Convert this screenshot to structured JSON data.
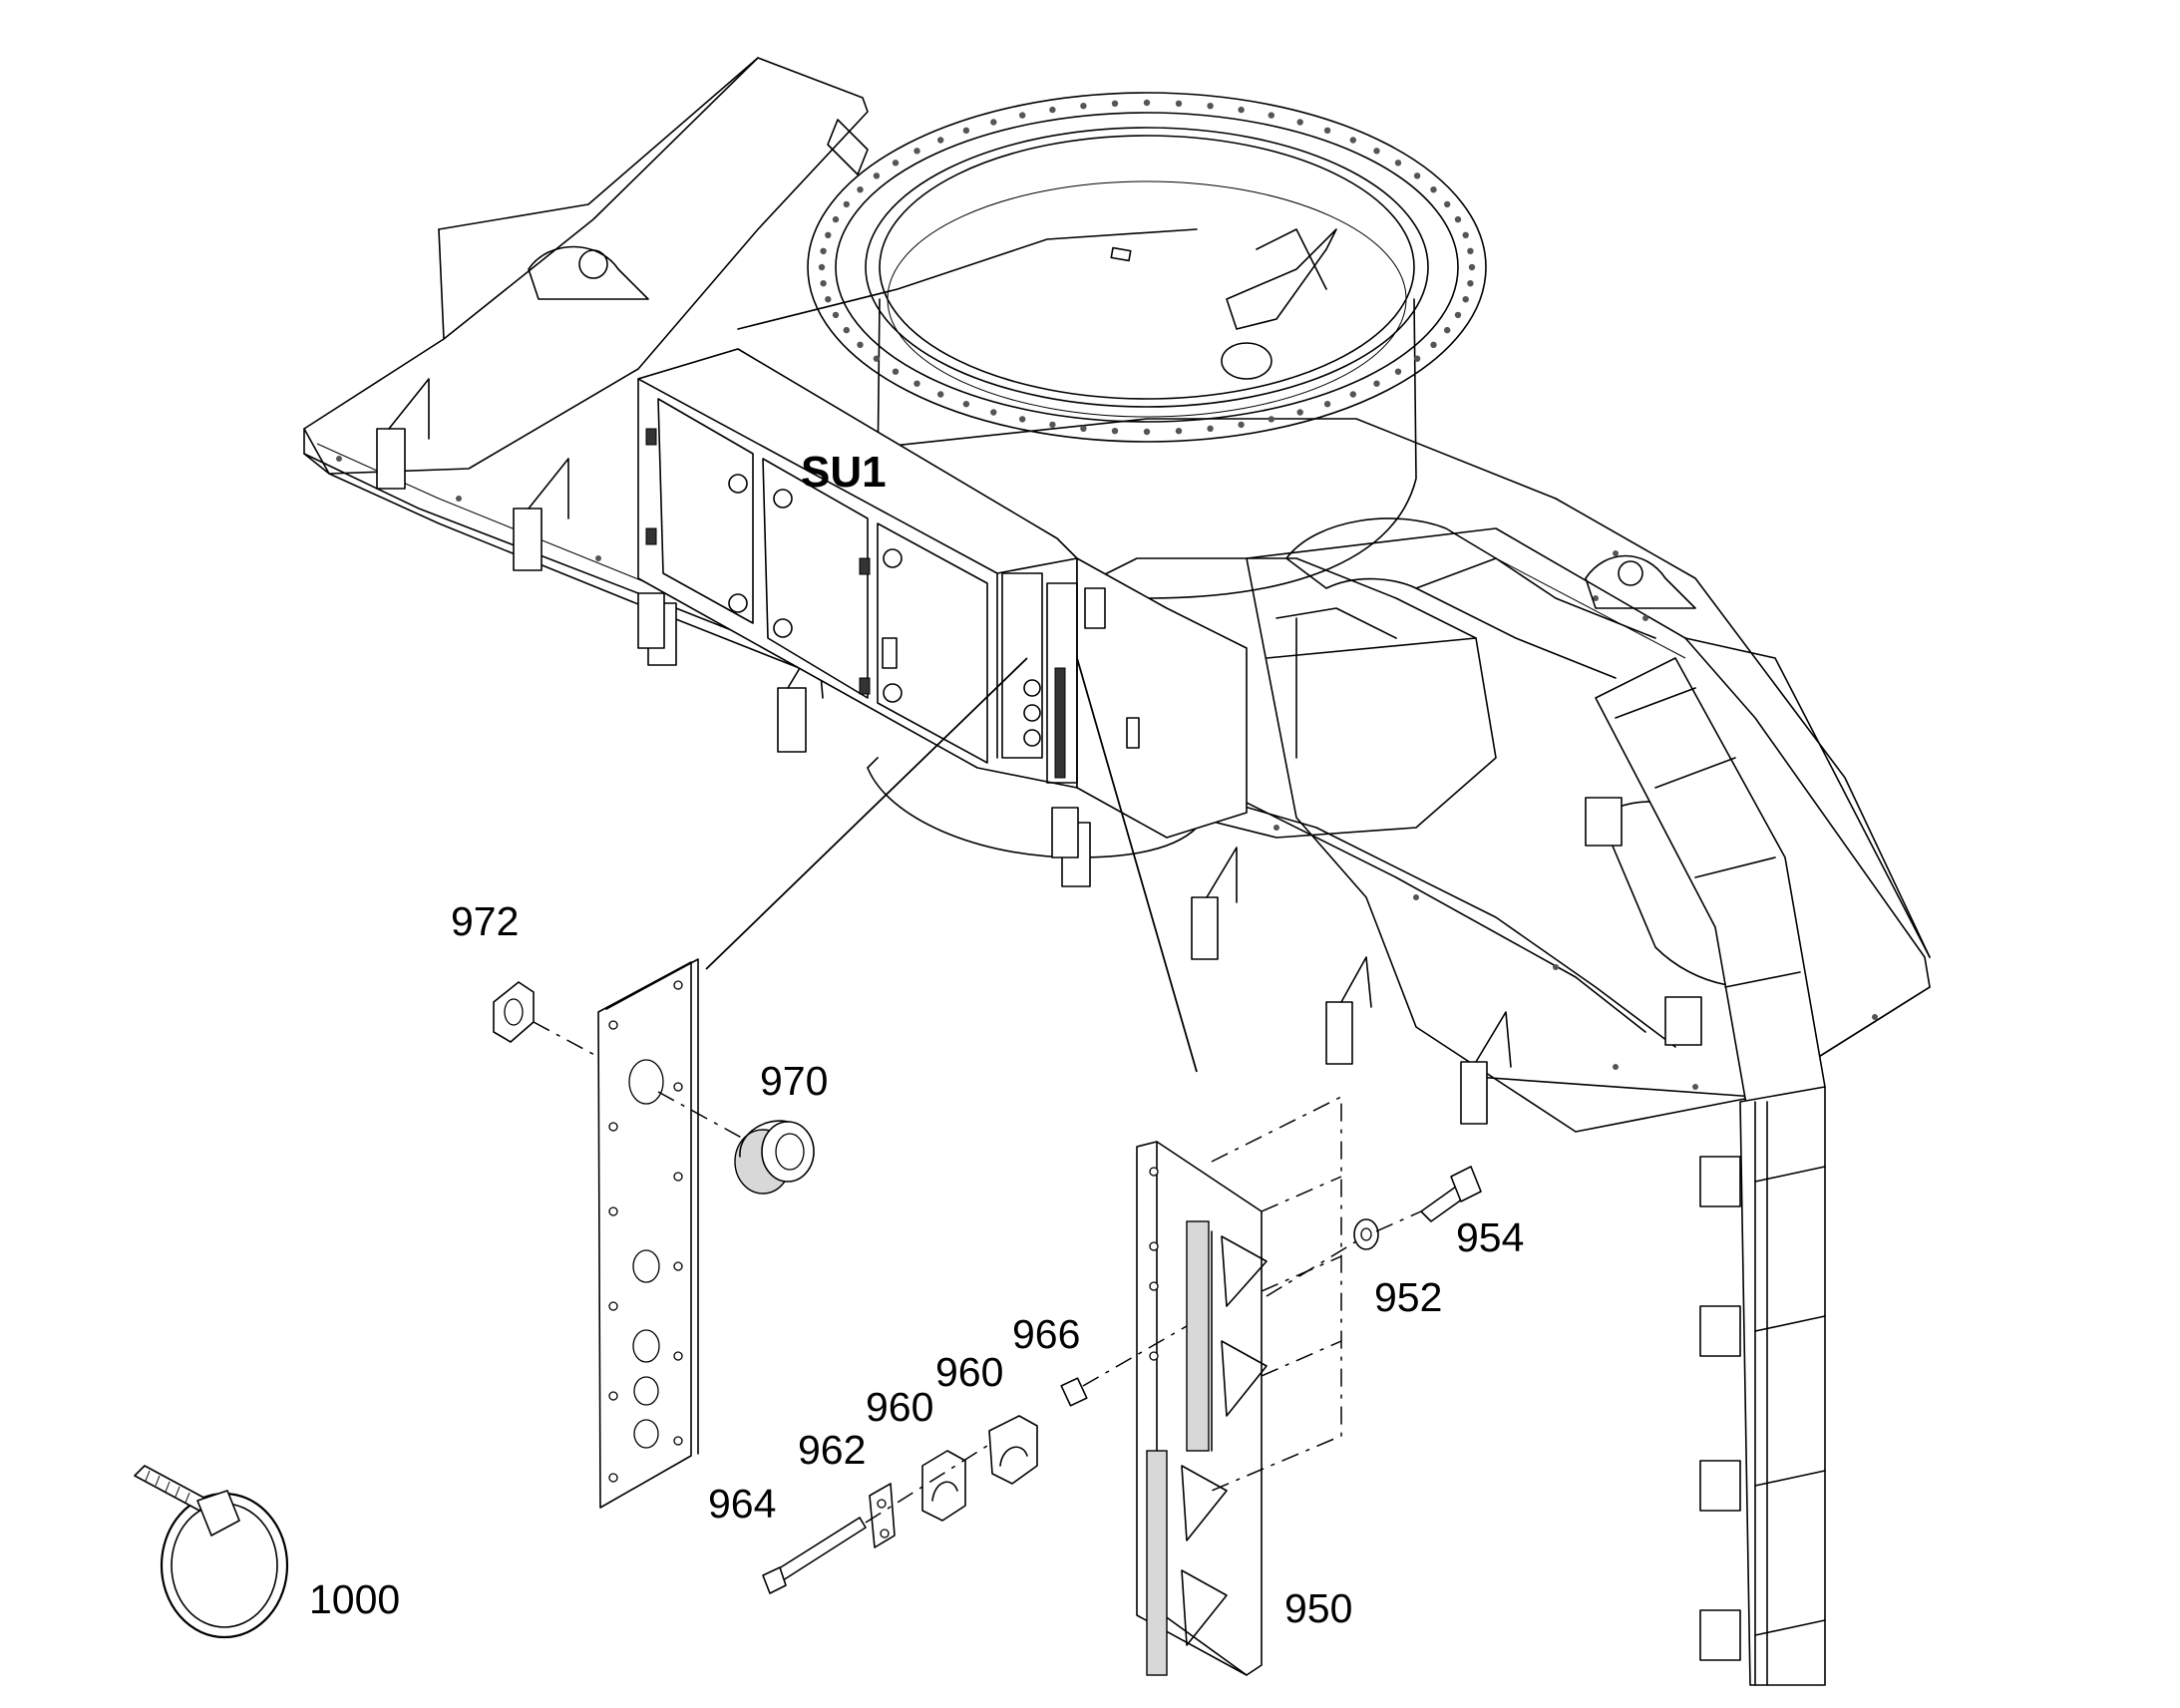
{
  "labels": {
    "su1": "SU1",
    "p972": "972",
    "p970": "970",
    "p954": "954",
    "p952": "952",
    "p966": "966",
    "p960a": "960",
    "p960b": "960",
    "p962": "962",
    "p964": "964",
    "p1000": "1000",
    "p950": "950"
  }
}
